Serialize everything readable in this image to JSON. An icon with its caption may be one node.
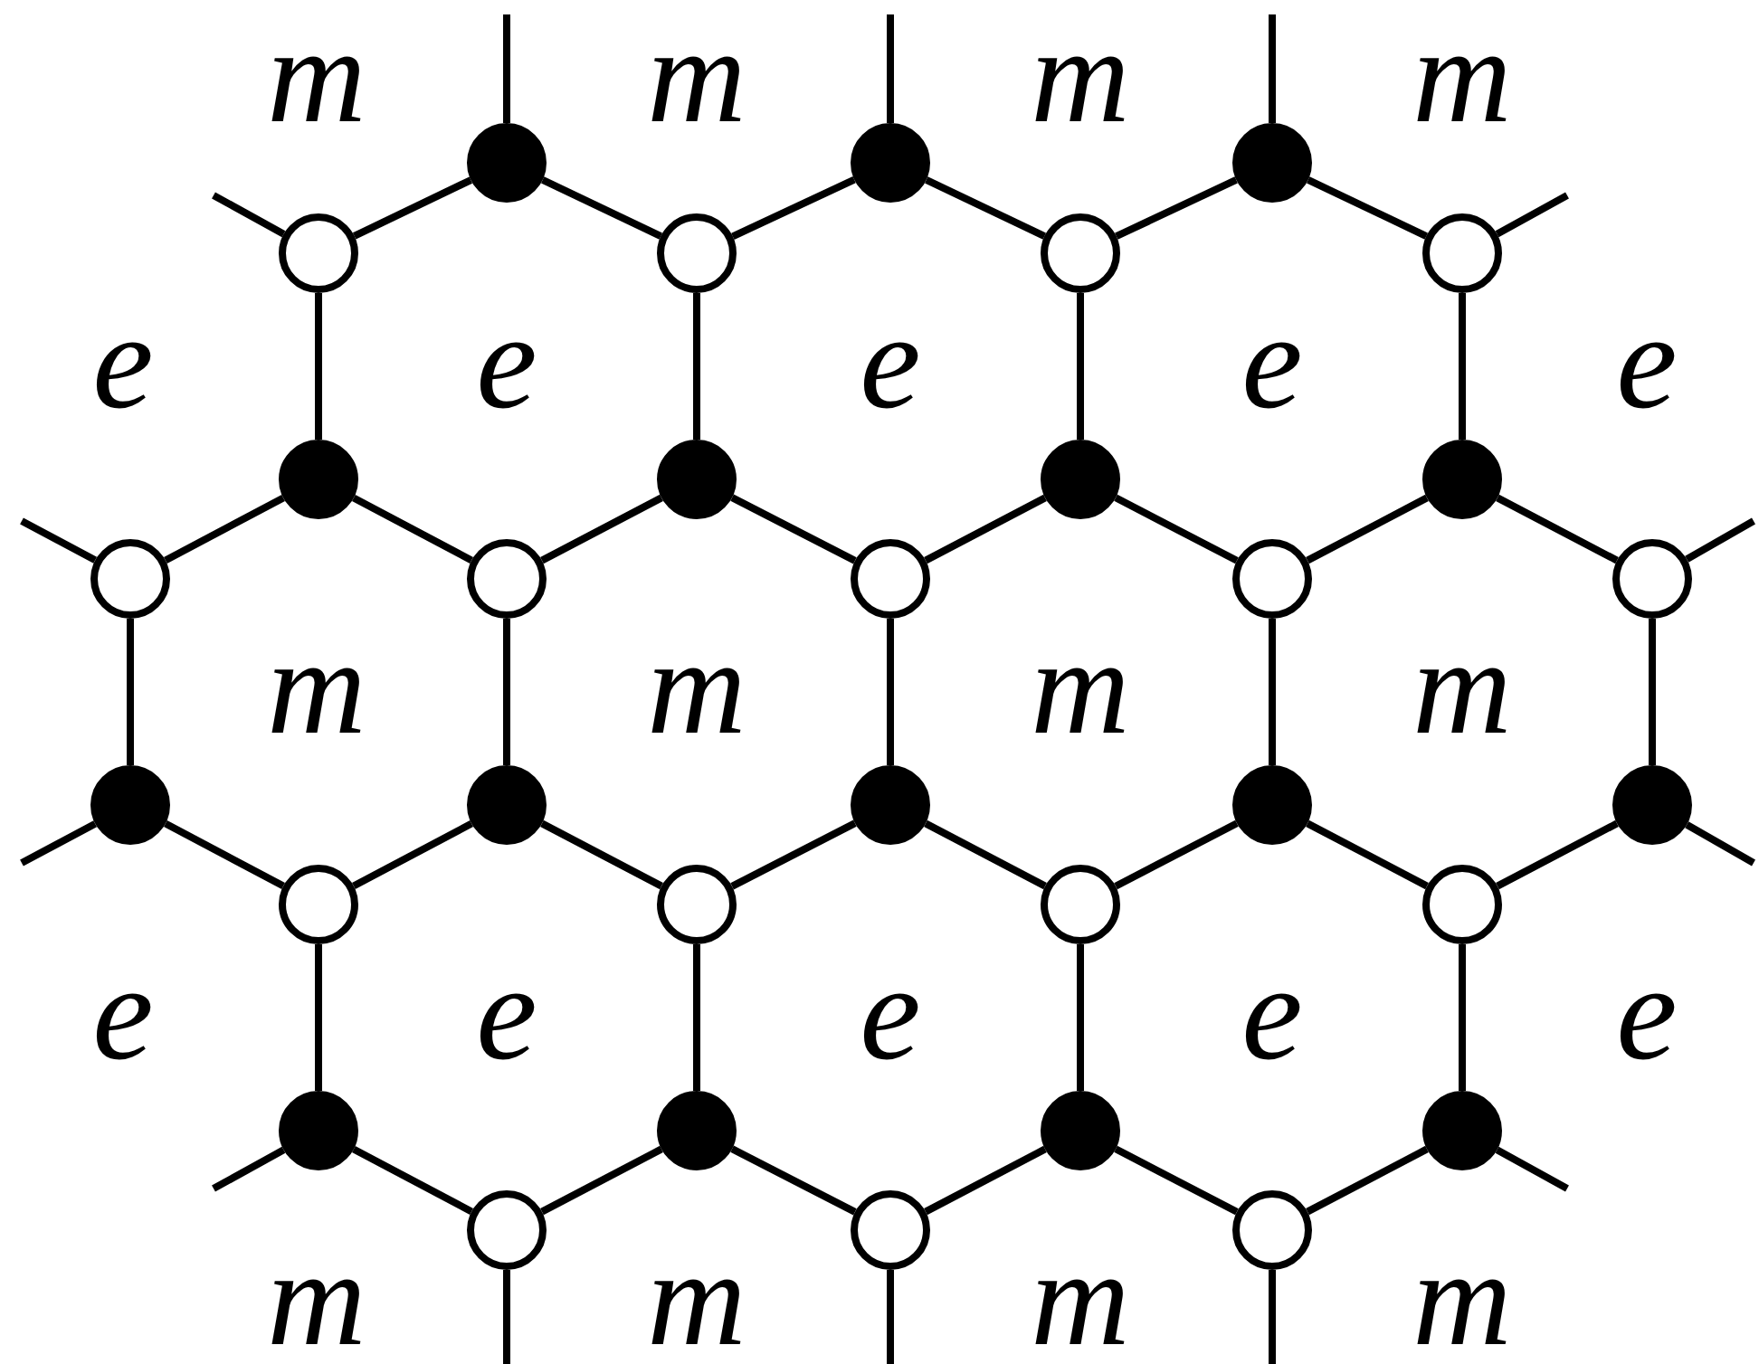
{
  "diagram": {
    "nodes": [
      {
        "text": [],
        "shape": "dot"
      },
      {
        "text": [],
        "shape": "dot"
      },
      {
        "text": [],
        "shape": "dot"
      },
      {
        "text": [],
        "shape": "circle"
      },
      {
        "text": [],
        "shape": "circle"
      },
      {
        "text": [],
        "shape": "circle"
      },
      {
        "text": [],
        "shape": "circle"
      },
      {
        "text": [],
        "shape": "dot"
      },
      {
        "text": [],
        "shape": "dot"
      },
      {
        "text": [],
        "shape": "dot"
      },
      {
        "text": [],
        "shape": "dot"
      },
      {
        "text": [],
        "shape": "circle"
      },
      {
        "text": [],
        "shape": "circle"
      },
      {
        "text": [],
        "shape": "circle"
      },
      {
        "text": [],
        "shape": "circle"
      },
      {
        "text": [],
        "shape": "circle"
      },
      {
        "text": [],
        "shape": "dot"
      },
      {
        "text": [],
        "shape": "dot"
      },
      {
        "text": [],
        "shape": "dot"
      },
      {
        "text": [],
        "shape": "dot"
      },
      {
        "text": [],
        "shape": "dot"
      },
      {
        "text": [],
        "shape": "circle"
      },
      {
        "text": [],
        "shape": "circle"
      },
      {
        "text": [],
        "shape": "circle"
      },
      {
        "text": [],
        "shape": "circle"
      },
      {
        "text": [],
        "shape": "dot"
      },
      {
        "text": [],
        "shape": "dot"
      },
      {
        "text": [],
        "shape": "dot"
      },
      {
        "text": [],
        "shape": "dot"
      },
      {
        "text": [],
        "shape": "circle"
      },
      {
        "text": [],
        "shape": "circle"
      },
      {
        "text": [],
        "shape": "circle"
      }
    ],
    "edges": [
      {
        "from": 0,
        "to": null,
        "arrow": "none"
      },
      {
        "from": 1,
        "to": null,
        "arrow": "none"
      },
      {
        "from": 2,
        "to": null,
        "arrow": "none"
      },
      {
        "from": 3,
        "to": null,
        "arrow": "none"
      },
      {
        "from": 6,
        "to": null,
        "arrow": "none"
      },
      {
        "from": 0,
        "to": 3,
        "arrow": "none"
      },
      {
        "from": 0,
        "to": 4,
        "arrow": "none"
      },
      {
        "from": 1,
        "to": 4,
        "arrow": "none"
      },
      {
        "from": 1,
        "to": 5,
        "arrow": "none"
      },
      {
        "from": 2,
        "to": 5,
        "arrow": "none"
      },
      {
        "from": 2,
        "to": 6,
        "arrow": "none"
      },
      {
        "from": 3,
        "to": 7,
        "arrow": "none"
      },
      {
        "from": 4,
        "to": 8,
        "arrow": "none"
      },
      {
        "from": 5,
        "to": 9,
        "arrow": "none"
      },
      {
        "from": 6,
        "to": 10,
        "arrow": "none"
      },
      {
        "from": 11,
        "to": null,
        "arrow": "none"
      },
      {
        "from": 15,
        "to": null,
        "arrow": "none"
      },
      {
        "from": 7,
        "to": 11,
        "arrow": "none"
      },
      {
        "from": 7,
        "to": 12,
        "arrow": "none"
      },
      {
        "from": 8,
        "to": 12,
        "arrow": "none"
      },
      {
        "from": 8,
        "to": 13,
        "arrow": "none"
      },
      {
        "from": 9,
        "to": 13,
        "arrow": "none"
      },
      {
        "from": 9,
        "to": 14,
        "arrow": "none"
      },
      {
        "from": 10,
        "to": 14,
        "arrow": "none"
      },
      {
        "from": 10,
        "to": 15,
        "arrow": "none"
      },
      {
        "from": 11,
        "to": 16,
        "arrow": "none"
      },
      {
        "from": 12,
        "to": 17,
        "arrow": "none"
      },
      {
        "from": 13,
        "to": 18,
        "arrow": "none"
      },
      {
        "from": 14,
        "to": 19,
        "arrow": "none"
      },
      {
        "from": 15,
        "to": 20,
        "arrow": "none"
      },
      {
        "from": 16,
        "to": null,
        "arrow": "none"
      },
      {
        "from": 20,
        "to": null,
        "arrow": "none"
      },
      {
        "from": 16,
        "to": 21,
        "arrow": "none"
      },
      {
        "from": 17,
        "to": 21,
        "arrow": "none"
      },
      {
        "from": 17,
        "to": 22,
        "arrow": "none"
      },
      {
        "from": 18,
        "to": 22,
        "arrow": "none"
      },
      {
        "from": 18,
        "to": 23,
        "arrow": "none"
      },
      {
        "from": 19,
        "to": 23,
        "arrow": "none"
      },
      {
        "from": 19,
        "to": 24,
        "arrow": "none"
      },
      {
        "from": 20,
        "to": 24,
        "arrow": "none"
      },
      {
        "from": 21,
        "to": 25,
        "arrow": "none"
      },
      {
        "from": 22,
        "to": 26,
        "arrow": "none"
      },
      {
        "from": 23,
        "to": 27,
        "arrow": "none"
      },
      {
        "from": 24,
        "to": 28,
        "arrow": "none"
      },
      {
        "from": 25,
        "to": null,
        "arrow": "none"
      },
      {
        "from": 28,
        "to": null,
        "arrow": "none"
      },
      {
        "from": 25,
        "to": 29,
        "arrow": "none"
      },
      {
        "from": 26,
        "to": 29,
        "arrow": "none"
      },
      {
        "from": 26,
        "to": 30,
        "arrow": "none"
      },
      {
        "from": 27,
        "to": 30,
        "arrow": "none"
      },
      {
        "from": 27,
        "to": 31,
        "arrow": "none"
      },
      {
        "from": 28,
        "to": 31,
        "arrow": "none"
      },
      {
        "from": 29,
        "to": null,
        "arrow": "none"
      },
      {
        "from": 30,
        "to": null,
        "arrow": "none"
      },
      {
        "from": 31,
        "to": null,
        "arrow": "none"
      }
    ],
    "labels": [
      "m",
      "m",
      "m",
      "m",
      "e",
      "e",
      "e",
      "e",
      "e",
      "m",
      "m",
      "m",
      "m",
      "e",
      "e",
      "e",
      "e",
      "e",
      "m",
      "m",
      "m",
      "m"
    ]
  }
}
